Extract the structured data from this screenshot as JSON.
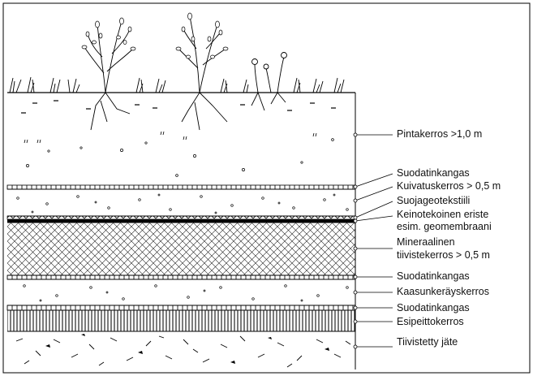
{
  "layers": [
    {
      "key": "pintakerros",
      "label": "Pintakerros >1,0 m"
    },
    {
      "key": "suodatinkangas_1",
      "label": "Suodatinkangas"
    },
    {
      "key": "kuivatuskerros",
      "label": "Kuivatuskerros > 0,5 m"
    },
    {
      "key": "suojageotekstiili",
      "label": "Suojageotekstiili"
    },
    {
      "key": "keinotekoinen_eriste",
      "label": "Keinotekoinen eriste",
      "label2": "esim. geomembraani"
    },
    {
      "key": "mineraalinen_tiivistekerros",
      "label": "Mineraalinen",
      "label2": "tiivistekerros > 0,5 m"
    },
    {
      "key": "suodatinkangas_2",
      "label": "Suodatinkangas"
    },
    {
      "key": "kaasunkerayskerros",
      "label": "Kaasunkeräyskerros"
    },
    {
      "key": "suodatinkangas_3",
      "label": "Suodatinkangas"
    },
    {
      "key": "esipeittokerros",
      "label": "Esipeittokerros"
    },
    {
      "key": "tiivistetty_jate",
      "label": "Tiivistetty jäte"
    }
  ]
}
